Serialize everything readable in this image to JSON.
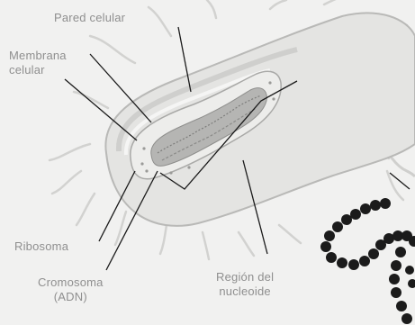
{
  "diagram": {
    "labels": {
      "cell_wall": "Pared celular",
      "cell_membrane_line1": "Membrana",
      "cell_membrane_line2": "celular",
      "ribosome": "Ribosoma",
      "chromosome_line1": "Cromosoma",
      "chromosome_line2": "(ADN)",
      "nucleoid_line1": "Región del",
      "nucleoid_line2": "nucleoide"
    },
    "colors": {
      "background": "#f1f1f0",
      "label_text": "#8f8f8f",
      "leader_line": "#1a1a1a",
      "cell_fill": "#e4e4e2",
      "cell_outline": "#b9b9b7",
      "nucleoid": "#b5b5b3",
      "dark_strand": "#1b1b1b"
    }
  }
}
